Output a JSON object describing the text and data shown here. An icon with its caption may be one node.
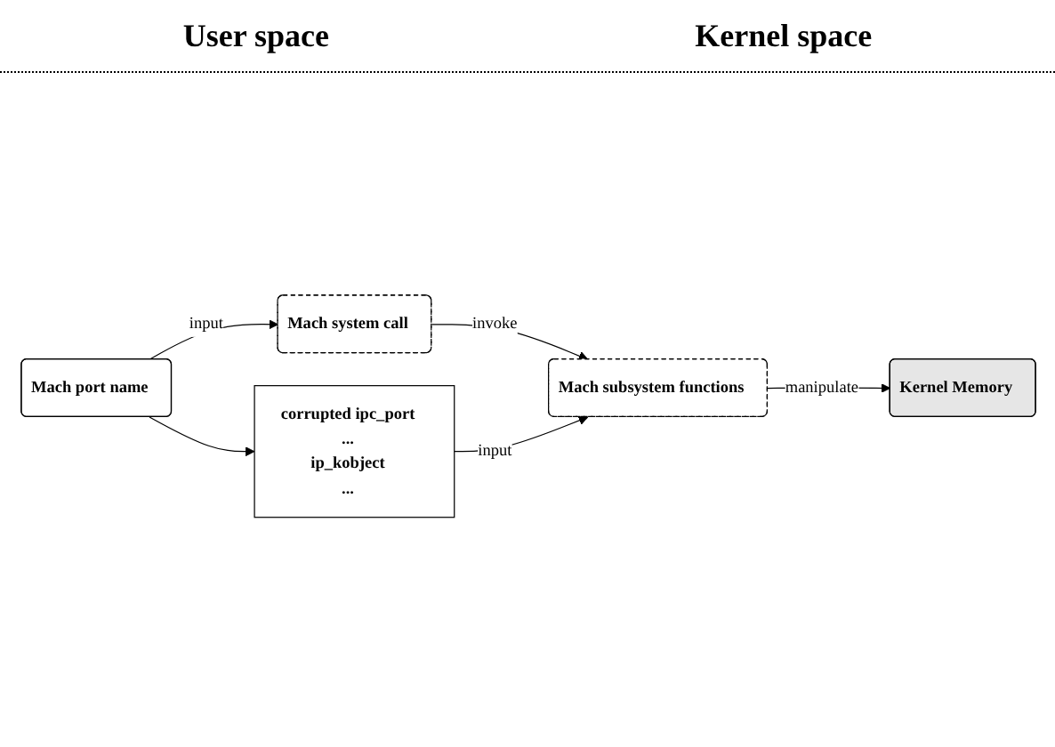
{
  "diagram": {
    "nodes": [
      {
        "text": [
          "Mach system call"
        ]
      },
      {
        "text": [
          "Mach port name"
        ]
      },
      {
        "text": [
          "Mach subsystem functions"
        ]
      },
      {
        "text": [
          "corrupted ipc_port",
          "...",
          "ip_kobject",
          "..."
        ]
      },
      {
        "text": [
          "Kernel Memory"
        ]
      }
    ],
    "edges": [
      {
        "from": 1,
        "to": 0,
        "arrow": "to",
        "label": "input"
      },
      {
        "from": 0,
        "to": 2,
        "arrow": "to",
        "label": "invoke"
      },
      {
        "from": 1,
        "to": 3,
        "arrow": "to"
      },
      {
        "from": 3,
        "to": 2,
        "arrow": "to",
        "label": "input"
      },
      {
        "from": 2,
        "to": 4,
        "arrow": "to",
        "label": "manipulate"
      }
    ],
    "labels": [
      "User space",
      "Kernel space"
    ]
  }
}
